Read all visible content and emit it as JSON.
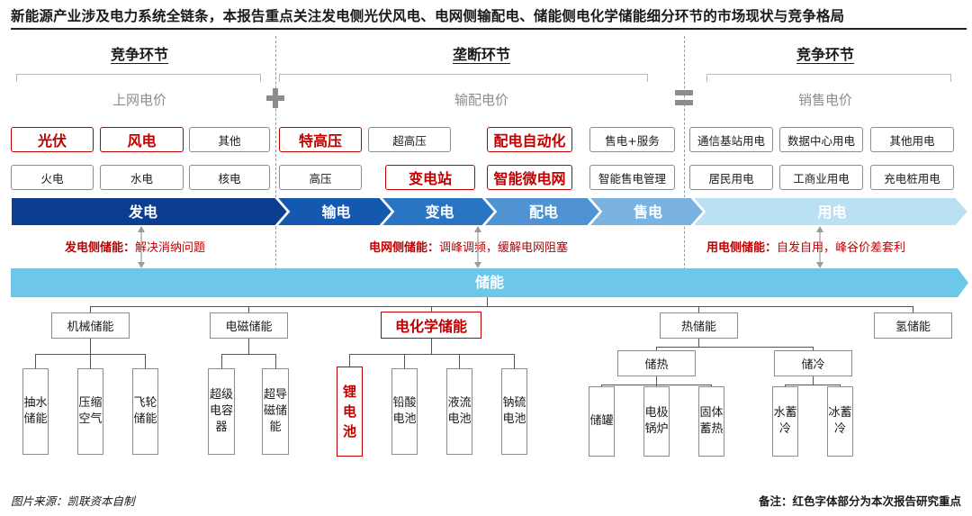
{
  "title": "新能源产业涉及电力系统全链条，本报告重点关注发电侧光伏风电、电网侧输配电、储能侧电化学储能细分环节的市场现状与竞争格局",
  "sections": [
    {
      "heading": "竞争环节",
      "price": "上网电价"
    },
    {
      "heading": "垄断环节",
      "price": "输配电价"
    },
    {
      "heading": "竞争环节",
      "price": "销售电价"
    }
  ],
  "row1": [
    "光伏",
    "风电",
    "其他",
    "特高压",
    "超高压",
    "配电自动化",
    "售电+服务",
    "通信基站用电",
    "数据中心用电",
    "其他用电"
  ],
  "row2": [
    "火电",
    "水电",
    "核电",
    "高压",
    "变电站",
    "智能微电网",
    "智能售电管理",
    "居民用电",
    "工商业用电",
    "充电桩用电"
  ],
  "red_items": [
    "光伏",
    "风电",
    "特高压",
    "配电自动化",
    "变电站",
    "智能微电网",
    "电化学储能",
    "锂电池"
  ],
  "chain": [
    "发电",
    "输电",
    "变电",
    "配电",
    "售电",
    "用电"
  ],
  "chain_colors": [
    "#0b3e8f",
    "#1558b0",
    "#2a74c4",
    "#4f93d2",
    "#7ab3e0",
    "#b9e0f3"
  ],
  "annotations": [
    {
      "key": "发电侧储能",
      "sep": "：",
      "value": "解决消纳问题"
    },
    {
      "key": "电网侧储能",
      "sep": "：",
      "value": "调峰调频，缓解电网阻塞"
    },
    {
      "key": "用电侧储能",
      "sep": "：",
      "value": "自发自用，峰谷价差套利"
    }
  ],
  "storage": "储能",
  "categories": [
    "机械储能",
    "电磁储能",
    "电化学储能",
    "热储能",
    "氢储能"
  ],
  "mechanical": [
    "抽水储能",
    "压缩空气",
    "飞轮储能"
  ],
  "electromagnetic": [
    "超级电容器",
    "超导磁储能"
  ],
  "electrochemical": [
    "锂电池",
    "铅酸电池",
    "液流电池",
    "钠硫电池"
  ],
  "thermal_subs": [
    "储热",
    "储冷"
  ],
  "heat_storage": [
    "储罐",
    "电极锅炉",
    "固体蓄热"
  ],
  "cold_storage": [
    "水蓄冷",
    "冰蓄冷"
  ],
  "footer": {
    "source": "图片来源：凯联资本自制",
    "note": "备注：红色字体部分为本次报告研究重点"
  }
}
